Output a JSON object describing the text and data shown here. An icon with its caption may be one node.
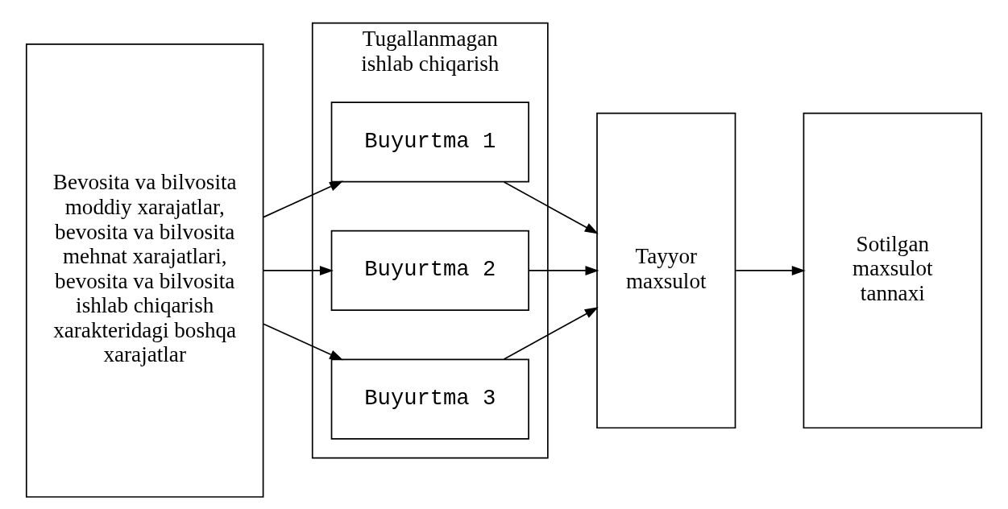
{
  "diagram": {
    "nodes": [
      {
        "text": [
          "Bevosita va bilvosita moddiy xarajatlar, bevosita va bilvosita mehnat xarajatlari, bevosita va bilvosita ishlab chiqarish xarakteridagi boshqa xarajatlar"
        ]
      },
      {
        "text": [
          "Tugallanmagan ishlab chiqarish"
        ]
      },
      {
        "text": [
          "Buyurtma 1"
        ],
        "in": 1
      },
      {
        "text": [
          "Buyurtma 2"
        ],
        "in": 1
      },
      {
        "text": [
          "Buyurtma 3"
        ],
        "in": 1
      },
      {
        "text": [
          "Tayyor maxsulot"
        ]
      },
      {
        "text": [
          "Sotilgan maxsulot tannaxi"
        ]
      }
    ],
    "edges": [
      {
        "from": 0,
        "to": 2,
        "arrow": "to"
      },
      {
        "from": 0,
        "to": 3,
        "arrow": "to"
      },
      {
        "from": 0,
        "to": 4,
        "arrow": "to"
      },
      {
        "from": 2,
        "to": 5,
        "arrow": "to"
      },
      {
        "from": 3,
        "to": 5,
        "arrow": "to"
      },
      {
        "from": 4,
        "to": 5,
        "arrow": "to"
      },
      {
        "from": 5,
        "to": 6,
        "arrow": "to"
      }
    ]
  }
}
